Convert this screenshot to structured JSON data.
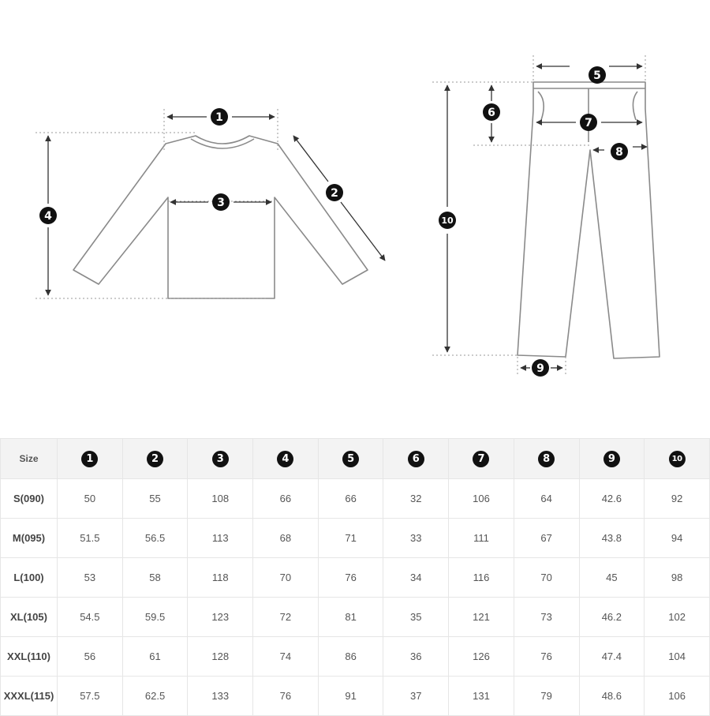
{
  "diagram": {
    "shirt_markers": [
      "1",
      "2",
      "3",
      "4"
    ],
    "pants_markers": [
      "5",
      "6",
      "7",
      "8",
      "9",
      "10"
    ]
  },
  "table": {
    "size_header": "Size",
    "columns": [
      "1",
      "2",
      "3",
      "4",
      "5",
      "6",
      "7",
      "8",
      "9",
      "10"
    ],
    "rows": [
      {
        "size": "S(090)",
        "values": [
          "50",
          "55",
          "108",
          "66",
          "66",
          "32",
          "106",
          "64",
          "42.6",
          "92"
        ]
      },
      {
        "size": "M(095)",
        "values": [
          "51.5",
          "56.5",
          "113",
          "68",
          "71",
          "33",
          "111",
          "67",
          "43.8",
          "94"
        ]
      },
      {
        "size": "L(100)",
        "values": [
          "53",
          "58",
          "118",
          "70",
          "76",
          "34",
          "116",
          "70",
          "45",
          "98"
        ]
      },
      {
        "size": "XL(105)",
        "values": [
          "54.5",
          "59.5",
          "123",
          "72",
          "81",
          "35",
          "121",
          "73",
          "46.2",
          "102"
        ]
      },
      {
        "size": "XXL(110)",
        "values": [
          "56",
          "61",
          "128",
          "74",
          "86",
          "36",
          "126",
          "76",
          "47.4",
          "104"
        ]
      },
      {
        "size": "XXXL(115)",
        "values": [
          "57.5",
          "62.5",
          "133",
          "76",
          "91",
          "37",
          "131",
          "79",
          "48.6",
          "106"
        ]
      }
    ]
  }
}
